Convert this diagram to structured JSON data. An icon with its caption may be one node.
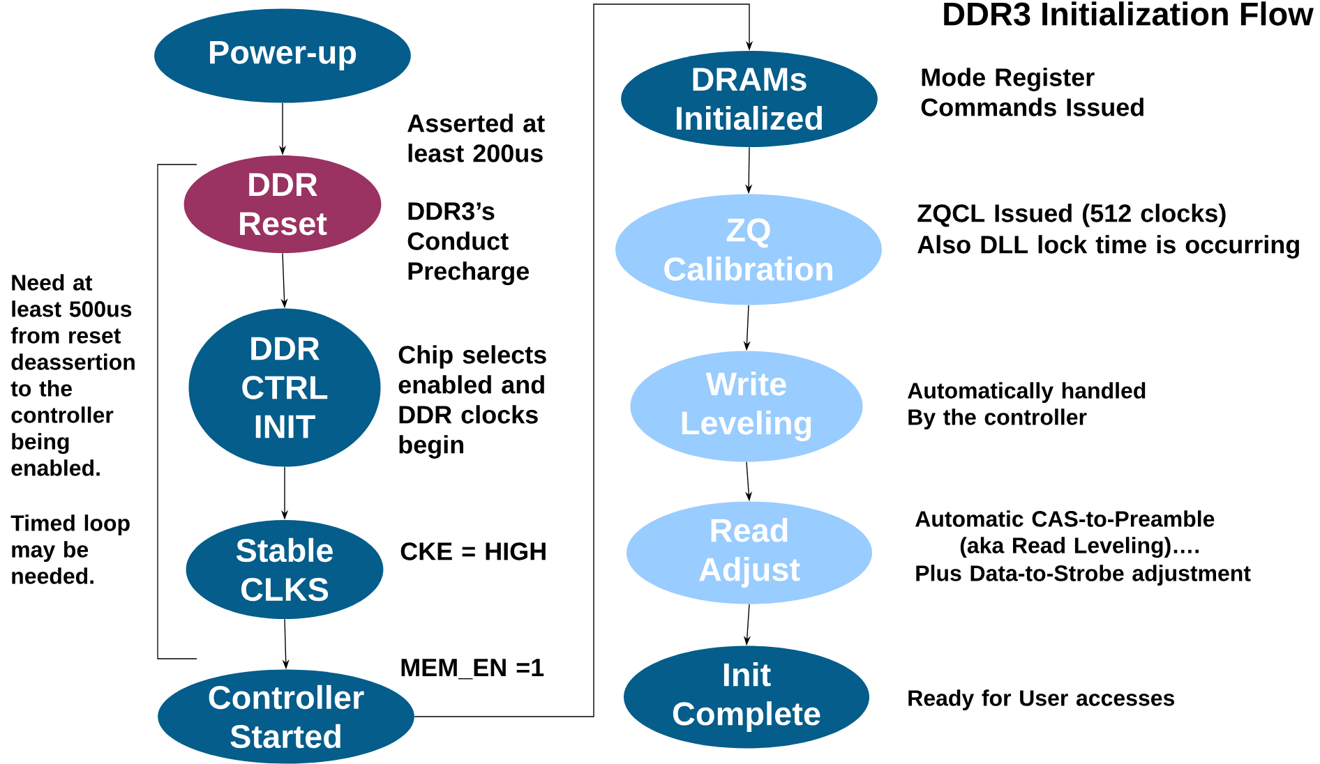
{
  "diagram": {
    "title": "DDR3 Initialization Flow",
    "nodes": [
      {
        "text": [
          "Power-up"
        ]
      },
      {
        "text": [
          "DDR Reset"
        ],
        "beside": [
          "DDR3’s Conduct Precharge"
        ]
      },
      {
        "text": [
          "DDR CTRL INIT"
        ],
        "beside": [
          "Chip selects enabled and DDR clocks begin"
        ]
      },
      {
        "text": [
          "Stable CLKS"
        ],
        "beside": [
          "CKE = HIGH"
        ]
      },
      {
        "text": [
          "Controller Started"
        ],
        "beside": [
          "MEM_EN =1"
        ]
      },
      {
        "text": [
          "DRAMs Initialized"
        ],
        "beside": [
          "Mode Register Commands Issued"
        ]
      },
      {
        "text": [
          "ZQ Calibration"
        ],
        "beside": [
          "ZQCL Issued (512 clocks)",
          "Also DLL lock time is occurring"
        ]
      },
      {
        "text": [
          "Write Leveling"
        ],
        "beside": [
          "Automatically handled By the controller"
        ]
      },
      {
        "text": [
          "Read Adjust"
        ],
        "beside": [
          "Automatic CAS-to-Preamble",
          "(aka Read Leveling)….",
          "Plus Data-to-Strobe adjustment"
        ]
      },
      {
        "text": [
          "Init Complete"
        ],
        "beside": [
          "Ready for User accesses"
        ]
      }
    ],
    "edges": [
      {
        "from": 0,
        "to": 1,
        "arrow": "to"
      },
      {
        "from": 1,
        "to": 2,
        "arrow": "to"
      },
      {
        "from": 2,
        "to": 3,
        "arrow": "to"
      },
      {
        "from": 3,
        "to": 4,
        "arrow": "to"
      },
      {
        "from": 4,
        "to": 5,
        "arrow": "to"
      },
      {
        "from": 5,
        "to": 6,
        "arrow": "to"
      },
      {
        "from": 6,
        "to": 7,
        "arrow": "to"
      },
      {
        "from": 7,
        "to": 8,
        "arrow": "to"
      },
      {
        "from": 8,
        "to": 9,
        "arrow": "to"
      }
    ],
    "labels": [
      "Asserted at least 200us",
      "Need at least 500us from reset deassertion to the controller being enabled.",
      "Timed loop may be needed."
    ]
  }
}
